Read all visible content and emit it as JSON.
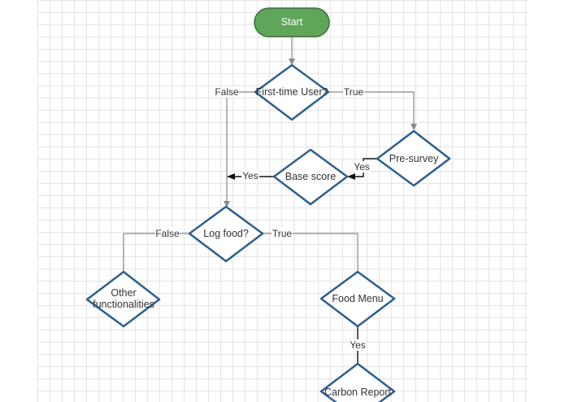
{
  "nodes": {
    "start": "Start",
    "first_time_user": "First-time User?",
    "pre_survey": "Pre-survey",
    "base_score": "Base score",
    "log_food": "Log food?",
    "other_functionalities_line1": "Other",
    "other_functionalities_line2": "functionalities",
    "food_menu": "Food Menu",
    "carbon_report": "Carbon Report"
  },
  "edges": {
    "first_false": "False",
    "first_true": "True",
    "presurvey_yes": "Yes",
    "base_yes": "Yes",
    "log_false": "False",
    "log_true": "True",
    "menu_yes": "Yes"
  },
  "colors": {
    "start_fill": "#5fa55a",
    "start_stroke": "#3d6e3a",
    "node_stroke": "#2d5f8f",
    "connector": "#8a8a8a"
  }
}
